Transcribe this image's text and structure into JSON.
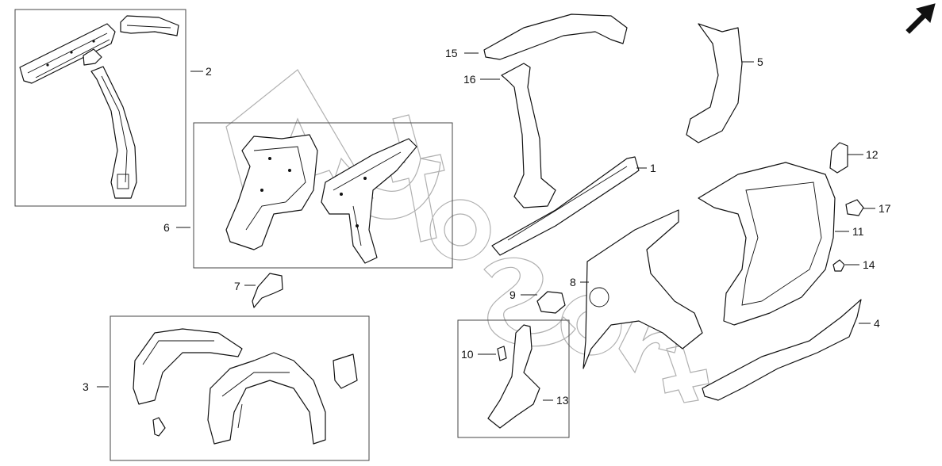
{
  "diagram": {
    "callouts": [
      {
        "id": "c1",
        "text": "1"
      },
      {
        "id": "c2",
        "text": "2"
      },
      {
        "id": "c3",
        "text": "3"
      },
      {
        "id": "c4",
        "text": "4"
      },
      {
        "id": "c5",
        "text": "5"
      },
      {
        "id": "c6",
        "text": "6"
      },
      {
        "id": "c7",
        "text": "7"
      },
      {
        "id": "c8",
        "text": "8"
      },
      {
        "id": "c9",
        "text": "9"
      },
      {
        "id": "c10",
        "text": "10"
      },
      {
        "id": "c11",
        "text": "11"
      },
      {
        "id": "c12",
        "text": "12"
      },
      {
        "id": "c13",
        "text": "13"
      },
      {
        "id": "c14",
        "text": "14"
      },
      {
        "id": "c15",
        "text": "15"
      },
      {
        "id": "c16",
        "text": "16"
      },
      {
        "id": "c17",
        "text": "17"
      }
    ],
    "colors": {
      "line": "#111111",
      "watermark": "#b0b0b0",
      "background": "#ffffff"
    },
    "icons": {
      "direction_arrow": "arrow-up-right-icon"
    }
  }
}
